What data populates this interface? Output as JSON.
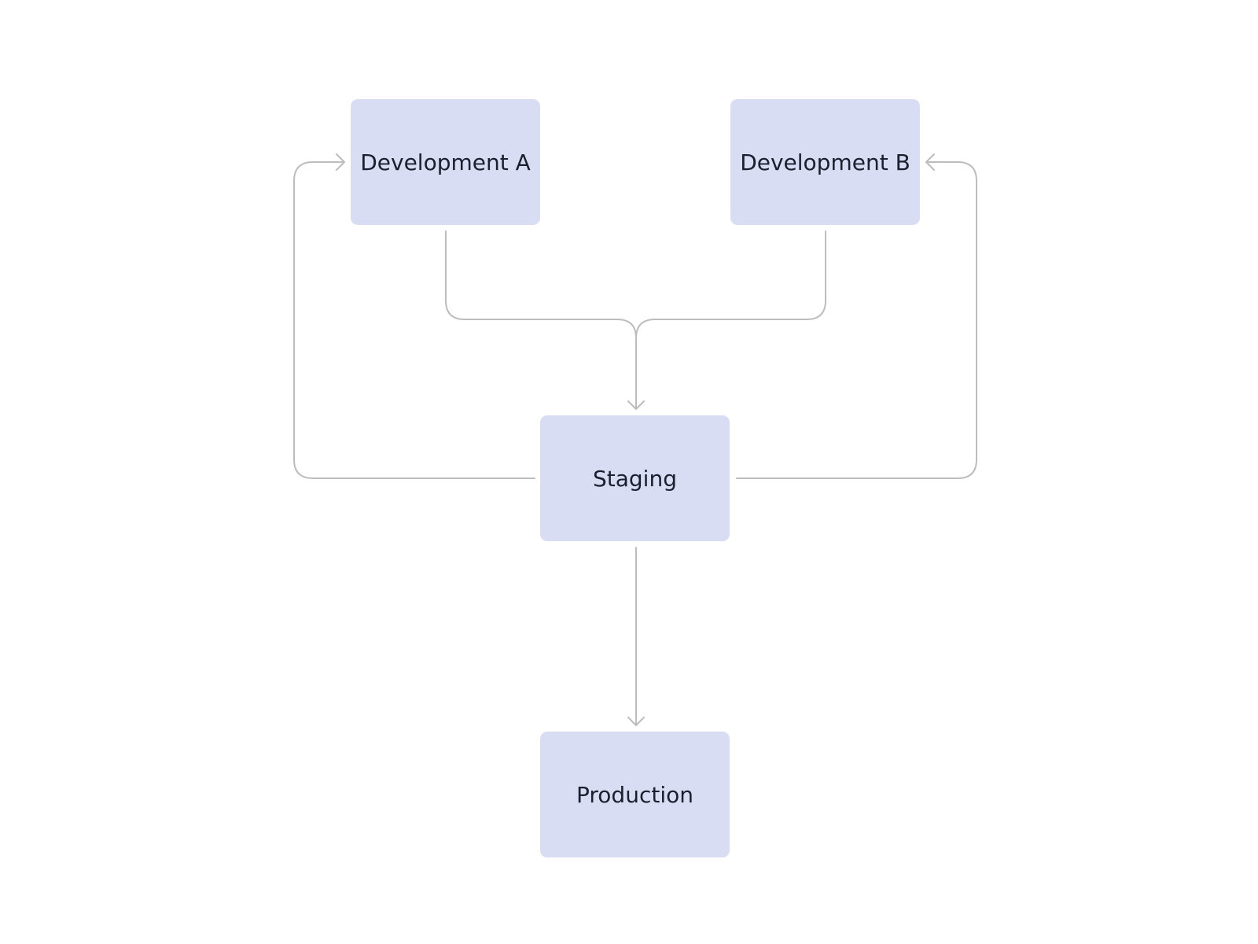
{
  "diagram": {
    "colors": {
      "node_fill": "#d8ddf4",
      "node_text": "#1c1f2e",
      "edge_stroke": "#bdbdbd",
      "background": "#ffffff"
    },
    "nodes": [
      {
        "id": "dev-a",
        "label": "Development A"
      },
      {
        "id": "dev-b",
        "label": "Development B"
      },
      {
        "id": "staging",
        "label": "Staging"
      },
      {
        "id": "production",
        "label": "Production"
      }
    ],
    "edges": [
      {
        "from": "dev-a",
        "to": "staging"
      },
      {
        "from": "dev-b",
        "to": "staging"
      },
      {
        "from": "staging",
        "to": "dev-a"
      },
      {
        "from": "staging",
        "to": "dev-b"
      },
      {
        "from": "staging",
        "to": "production"
      }
    ]
  }
}
